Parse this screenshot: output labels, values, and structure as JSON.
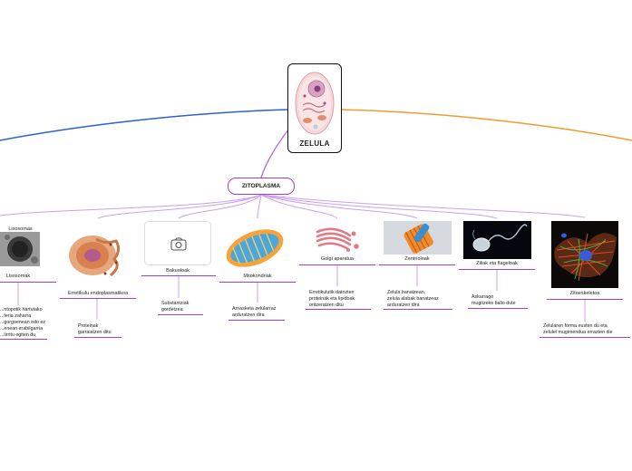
{
  "root": {
    "title": "ZELULA"
  },
  "branch": {
    "title": "ZITOPLASMA"
  },
  "colors": {
    "left_branch": "#2a5fd6",
    "right_branch": "#f29a2e",
    "purple": "#9b3fd6"
  },
  "nodes": [
    {
      "id": "lisosomak",
      "title": "Lisosomak",
      "image_caption": "Lisosomas",
      "description": "...ntopotik hartutako\n...teria zaharra\n...gorgoenean edo ez\n...enean erabilgarria\n...lirritu egiten du"
    },
    {
      "id": "erretikulu",
      "title": "Erretikulu endoplasmatikoa",
      "description": "Proteinak\ngarraiatzen ditu"
    },
    {
      "id": "bakuolo",
      "title": "Bakuoloak",
      "image_icon": "camera-icon",
      "description": "Substantziak\ngordetzea"
    },
    {
      "id": "mitokondria",
      "title": "Mitokondriak",
      "description": "Arnasketa zelularraz\narduratzen dira"
    },
    {
      "id": "golgi",
      "title": "Golgi aparatua",
      "description": "Erretikulutik datozten\nproteinak eta lipidoak\nontzeratzen ditu"
    },
    {
      "id": "zentriolo",
      "title": "Zentrioloak",
      "description": "Zelula banatzean,\nzelula alabak banatzeaz\narduratzen dira"
    },
    {
      "id": "ziliak",
      "title": "Ziliak eta flageloak",
      "description": "Askarrago\nmugitzeko balio dute"
    },
    {
      "id": "zitoeskeleto",
      "title": "Zitoeskeletoa",
      "description": "Zelularen forma eusten du eta\nzelulei mugimendua errazten die"
    }
  ]
}
